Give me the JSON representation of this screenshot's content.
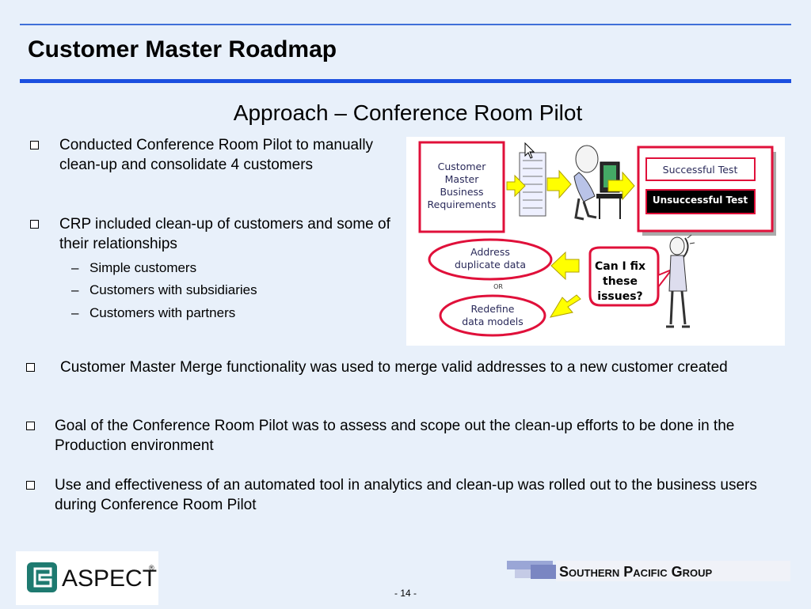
{
  "header": {
    "title": "Customer Master Roadmap",
    "subtitle": "Approach – Conference Room Pilot"
  },
  "bullets_top": [
    {
      "text": "Conducted Conference Room Pilot to manually clean-up and consolidate 4 customers"
    },
    {
      "text": "CRP included clean-up of customers and some of their relationships"
    }
  ],
  "sub_bullets": [
    {
      "dash": "–",
      "text": "Simple customers"
    },
    {
      "dash": "–",
      "text": "Customers with subsidiaries"
    },
    {
      "dash": "–",
      "text": "Customers with partners"
    }
  ],
  "figure": {
    "requirements_l1": "Customer",
    "requirements_l2": "Master",
    "requirements_l3": "Business",
    "requirements_l4": "Requirements",
    "successful_test": "Successful Test",
    "unsuccessful_test": "Unsuccessful Test",
    "address_l1": "Address",
    "address_l2": "duplicate data",
    "or": "OR",
    "redefine_l1": "Redefine",
    "redefine_l2": "data models",
    "fix_l1": "Can I fix",
    "fix_l2": "these",
    "fix_l3": "issues?",
    "colors": {
      "red": "#e0103a",
      "yellow": "#ffff00",
      "dark": "#000000"
    }
  },
  "bullets_bottom": [
    {
      "text": "Customer Master Merge functionality was used to merge valid addresses to a new customer created"
    },
    {
      "text": "Goal of the Conference Room Pilot was to assess and scope out the clean-up efforts to be done in the Production environment"
    },
    {
      "text": "Use and effectiveness of an automated tool in analytics and clean-up was rolled out to the business users during Conference Room Pilot"
    }
  ],
  "footer": {
    "aspect_logo_text": "ASPECT",
    "aspect_reg": "®",
    "spg_logo_text": "Southern Pacific Group",
    "page_number": "- 14 -"
  }
}
